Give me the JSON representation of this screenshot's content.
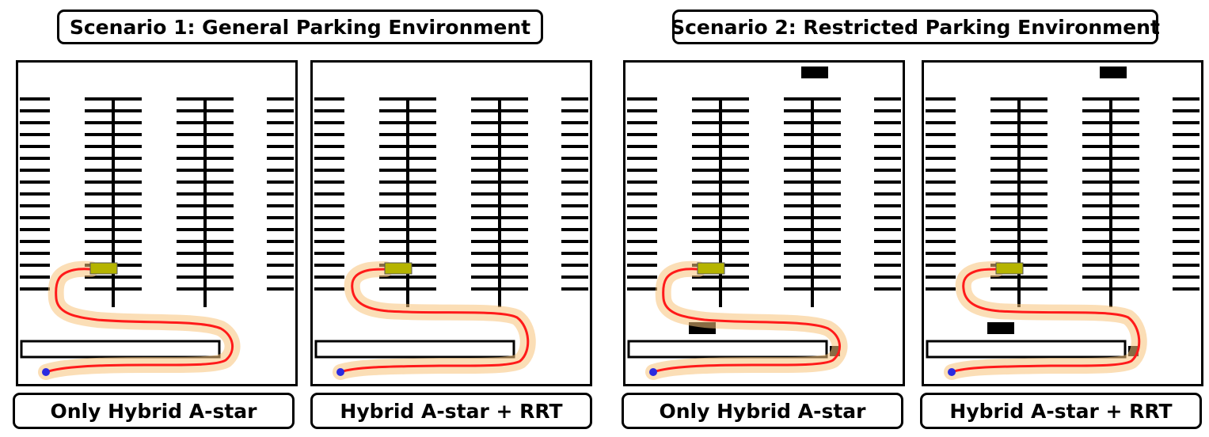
{
  "scenarios": [
    {
      "title": "Scenario 1: General Parking Environment",
      "panels": [
        {
          "label": "Only Hybrid A-star",
          "extra_obstacles": false,
          "path_style": "hybrid"
        },
        {
          "label": "Hybrid A-star + RRT",
          "extra_obstacles": false,
          "path_style": "rrt"
        }
      ]
    },
    {
      "title": "Scenario 2: Restricted Parking Environment",
      "panels": [
        {
          "label": "Only Hybrid A-star",
          "extra_obstacles": true,
          "path_style": "hybrid"
        },
        {
          "label": "Hybrid A-star + RRT",
          "extra_obstacles": true,
          "path_style": "rrt"
        }
      ]
    }
  ],
  "colors": {
    "path": "#ff1a1a",
    "path_halo": "#f7c27a",
    "goal_vehicle": "#b5b400",
    "start_point": "#2a2ae0",
    "lines": "#000000"
  }
}
